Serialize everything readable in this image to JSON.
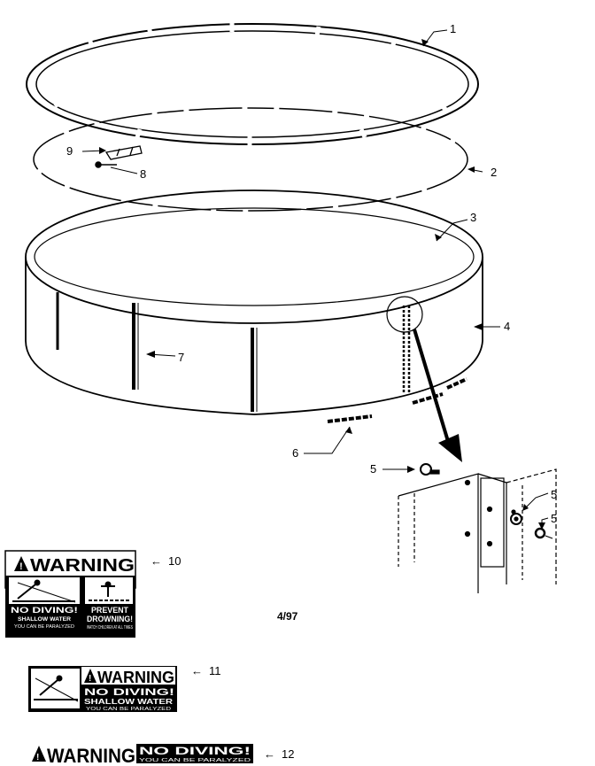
{
  "callouts": {
    "c1": "1",
    "c2": "2",
    "c3": "3",
    "c4": "4",
    "c5a": "5",
    "c5b": "5",
    "c5c": "5",
    "c6": "6",
    "c7": "7",
    "c8": "8",
    "c9": "9",
    "c10": "10",
    "c11": "11",
    "c12": "12"
  },
  "arrow_glyph": "←",
  "date": "4/97",
  "labels": {
    "l10": {
      "warning": "WARNING",
      "left_title": "NO DIVING!",
      "left_sub": "SHALLOW WATER",
      "left_fine": "YOU CAN BE PARALYZED",
      "right_title_1": "PREVENT",
      "right_title_2": "DROWNING!",
      "right_fine": "WATCH CHILDREN AT ALL TIMES"
    },
    "l11": {
      "warning": "WARNING",
      "line1": "NO DIVING!",
      "line2": "SHALLOW WATER",
      "line3": "YOU CAN BE PARALYZED"
    },
    "l12": {
      "warning": "WARNING",
      "line1": "NO DIVING!",
      "line2": "YOU CAN BE PARALYZED"
    }
  },
  "icons": [
    "warning-triangle-icon",
    "diver-icon",
    "swimmer-icon"
  ]
}
